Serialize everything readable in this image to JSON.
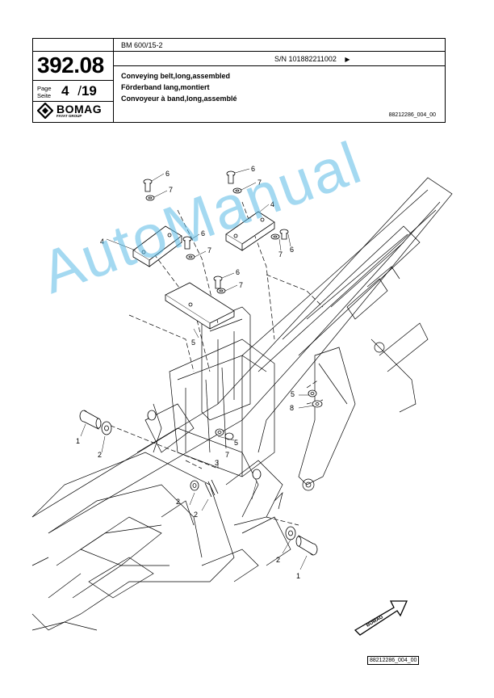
{
  "header": {
    "group_number": "392.08",
    "page_label_en": "Page",
    "page_label_de": "Seite",
    "page_current": "4",
    "page_separator": "/",
    "page_total": "19",
    "logo_text": "BOMAG",
    "logo_subtext": "FAYAT GROUP",
    "model": "BM 600/15-2",
    "serial": "S/N 101882211002",
    "serial_arrow": "▶",
    "title_en": "Conveying belt,long,assembled",
    "title_de": "Förderband lang,montiert",
    "title_fr": "Convoyeur à band,long,assemblé",
    "doc_id": "88212286_004_00"
  },
  "drawing": {
    "callouts": {
      "c6a": "6",
      "c7a": "7",
      "c6b": "6",
      "c7b": "7",
      "c4a": "4",
      "c4b": "4",
      "c6c": "6",
      "c7c": "7",
      "c6d": "6",
      "c7d": "7",
      "c7e": "7",
      "c6e": "6",
      "c5a": "5",
      "c5b": "5",
      "c5c": "5",
      "c8": "8",
      "c1a": "1",
      "c2a": "2",
      "c3": "3",
      "c7f": "7",
      "c2b": "2",
      "c2c": "2",
      "c2d": "2",
      "c1b": "1"
    },
    "direction_label": "BOMAG",
    "footer_id": "88212286_004_00"
  },
  "watermark": "AutoManual",
  "colors": {
    "watermark": "#5ab9e6",
    "line": "#000000"
  }
}
